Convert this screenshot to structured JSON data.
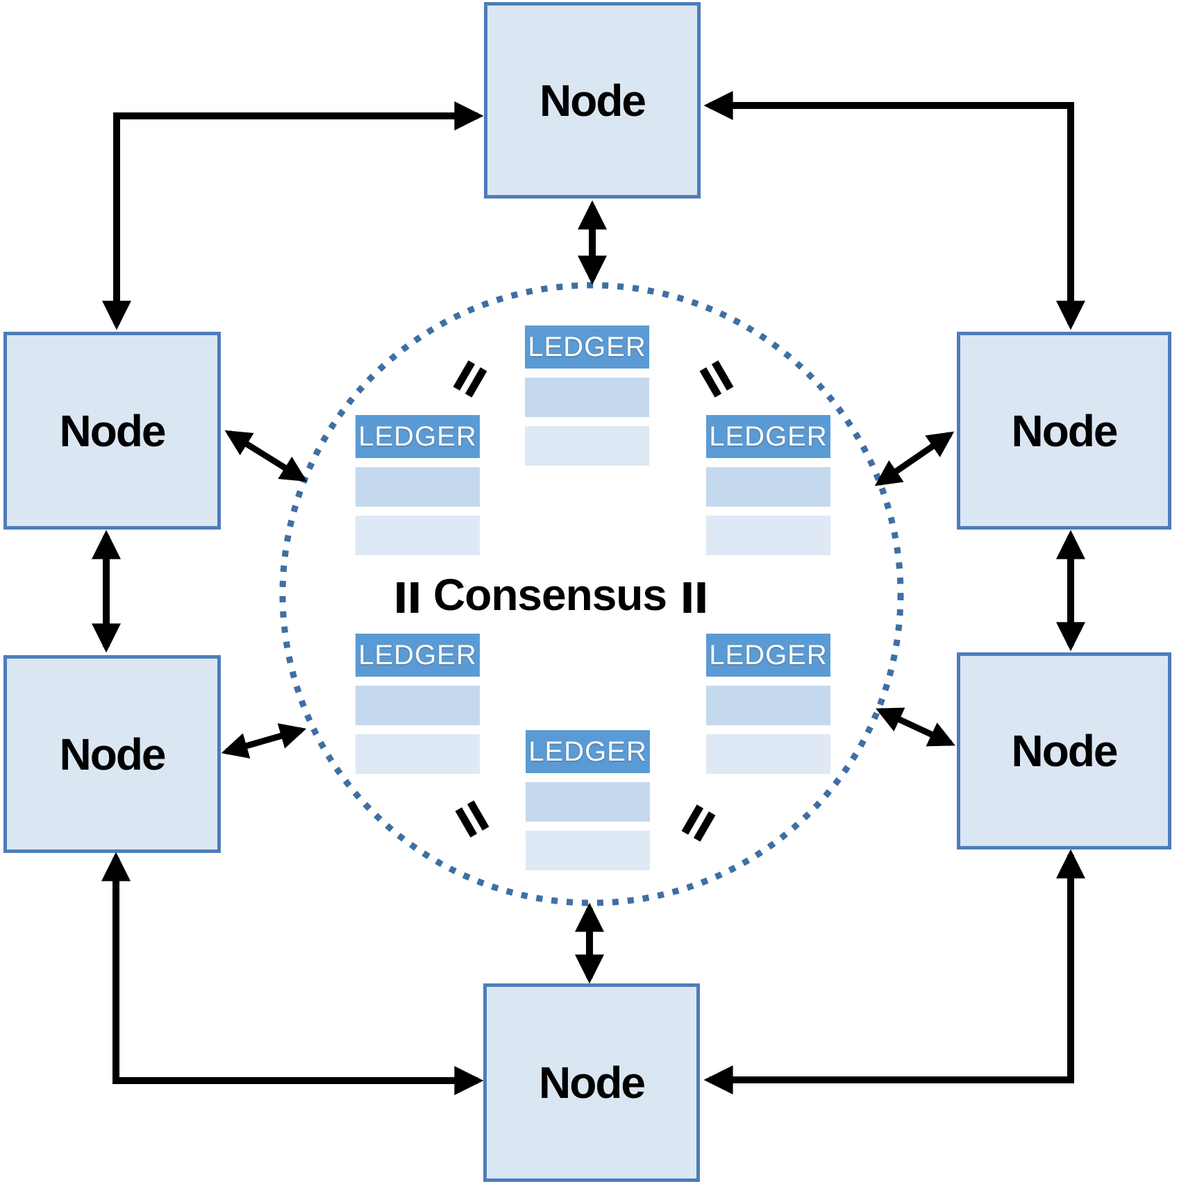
{
  "diagram": {
    "consensus_label": "Consensus",
    "equals_glyph": "=",
    "nodes": [
      {
        "position": "top",
        "label": "Node"
      },
      {
        "position": "upper-left",
        "label": "Node"
      },
      {
        "position": "upper-right",
        "label": "Node"
      },
      {
        "position": "lower-left",
        "label": "Node"
      },
      {
        "position": "lower-right",
        "label": "Node"
      },
      {
        "position": "bottom",
        "label": "Node"
      }
    ],
    "ledgers": [
      {
        "position": "top-center",
        "label": "LEDGER",
        "data_rows": 2
      },
      {
        "position": "upper-left",
        "label": "LEDGER",
        "data_rows": 2
      },
      {
        "position": "upper-right",
        "label": "LEDGER",
        "data_rows": 2
      },
      {
        "position": "lower-left",
        "label": "LEDGER",
        "data_rows": 2
      },
      {
        "position": "lower-right",
        "label": "LEDGER",
        "data_rows": 2
      },
      {
        "position": "bottom-center",
        "label": "LEDGER",
        "data_rows": 2
      }
    ],
    "colors": {
      "node_fill": "#dbe6f3",
      "node_border": "#4d7dba",
      "ledger_header": "#5b9bd5",
      "ledger_row_medium": "#c5d9ee",
      "ledger_row_light": "#dee9f5",
      "circle_dots": "#3e6fa4",
      "arrow": "#000000",
      "text_dark": "#000000",
      "ledger_text": "#ffffff"
    }
  }
}
